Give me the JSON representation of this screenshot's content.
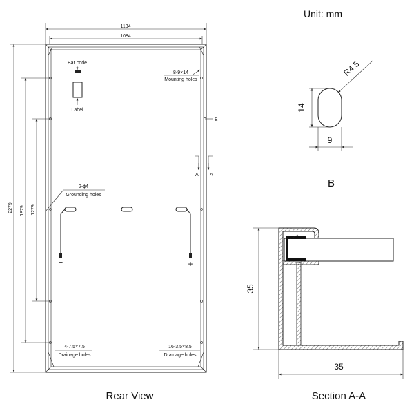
{
  "unit_label": "Unit: mm",
  "rear_view": {
    "caption": "Rear View",
    "dim_width_outer": "1134",
    "dim_width_inner": "1084",
    "dim_height_total": "2279",
    "dim_height_1879": "1879",
    "dim_height_1279": "1279",
    "bar_code_label": "Bar code",
    "label_label": "Label",
    "mounting_holes_spec": "8-9×14",
    "mounting_holes_label": "Mounting holes",
    "grounding_holes_spec": "2-ϕ4",
    "grounding_holes_label": "Grounding holes",
    "drainage_left_spec": "4-7.5×7.5",
    "drainage_left_label": "Drainage holes",
    "drainage_right_spec": "16-3.5×8.5",
    "drainage_right_label": "Drainage holes",
    "section_marker_a_left": "A",
    "section_marker_a_right": "A",
    "detail_marker_b": "B",
    "minus_sign": "−",
    "plus_sign": "+"
  },
  "detail_b": {
    "caption": "B",
    "radius_label": "R4.5",
    "height_label": "14",
    "width_label": "9"
  },
  "section_aa": {
    "caption": "Section A-A",
    "height_label": "35",
    "width_label": "35"
  }
}
